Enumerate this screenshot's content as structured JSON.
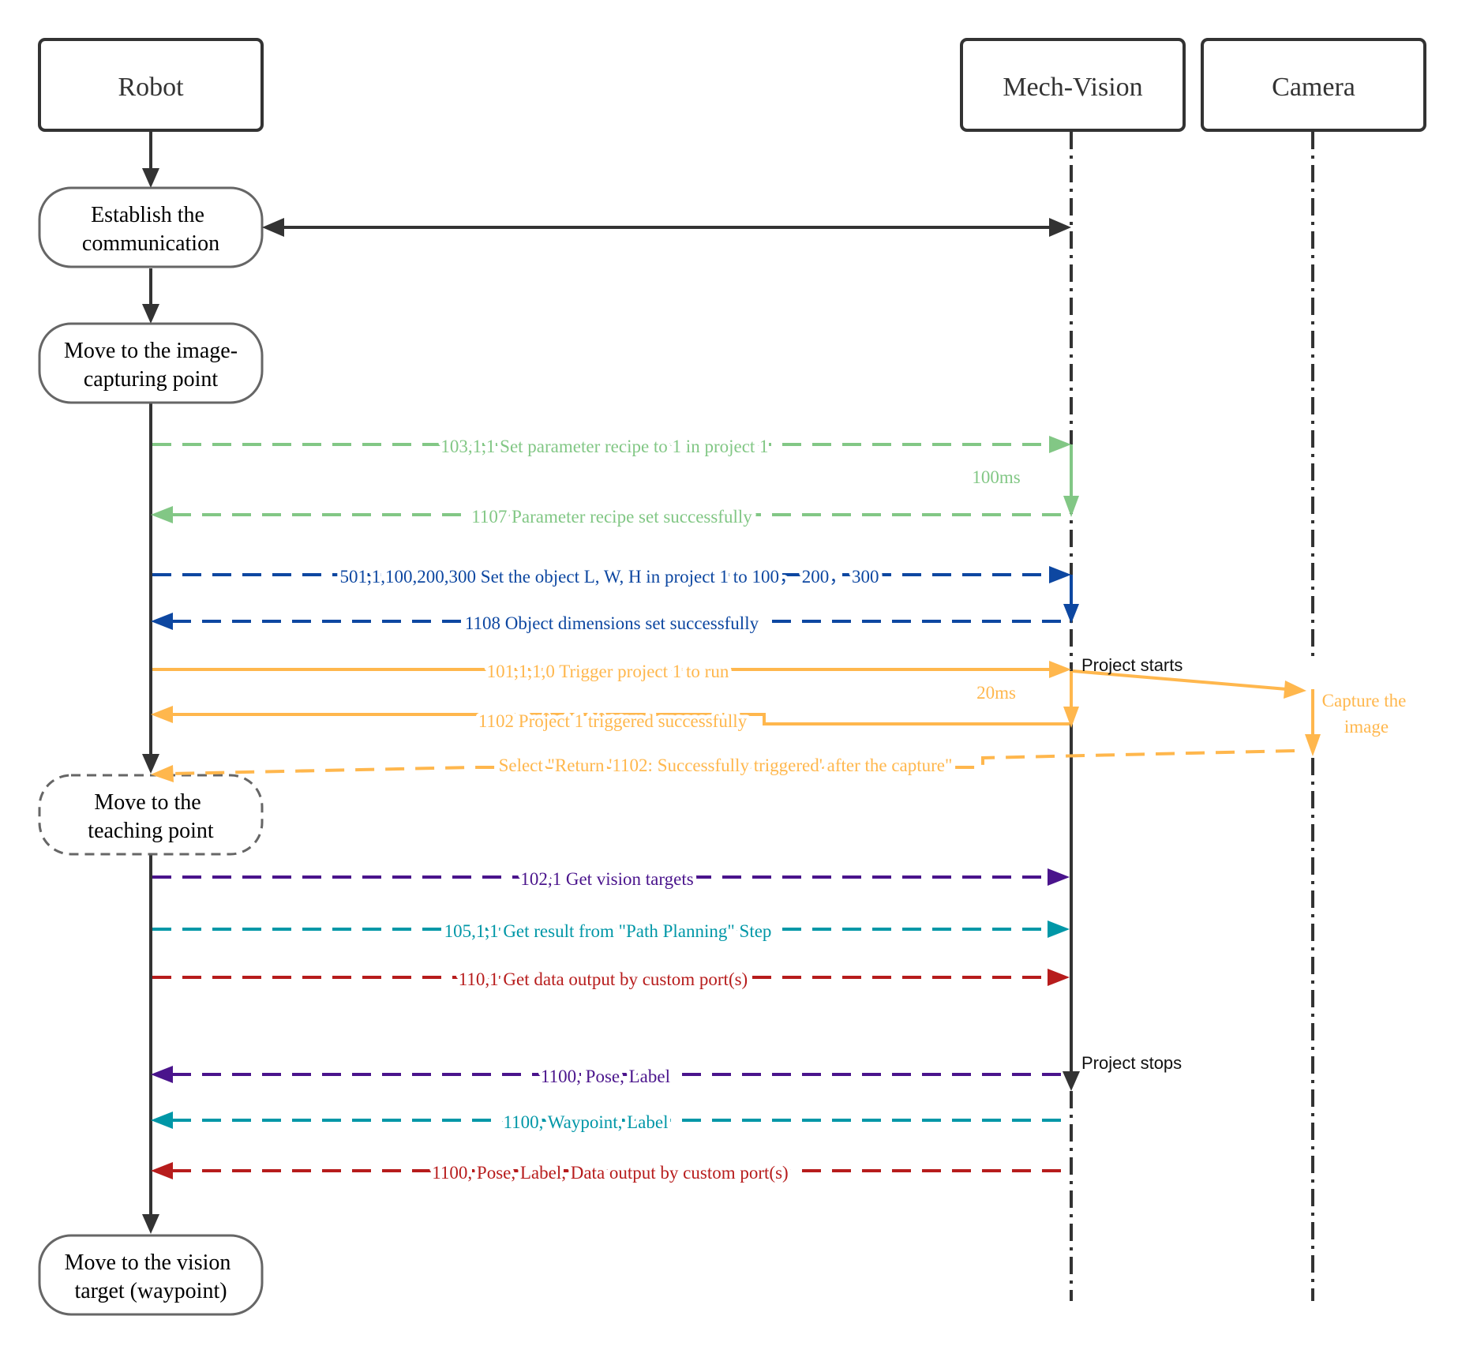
{
  "colors": {
    "ink": "#333333",
    "green": "#82c785",
    "blue": "#0d47a1",
    "orange": "#ffb74d",
    "purple": "#4a148c",
    "teal": "#0097a7",
    "red": "#b71c1c"
  },
  "participants": {
    "robot": "Robot",
    "vision": "Mech-Vision",
    "camera": "Camera"
  },
  "steps": {
    "establish": [
      "Establish the",
      "communication"
    ],
    "capture_point": [
      "Move to the image-",
      "capturing point"
    ],
    "teaching": [
      "Move to the",
      "teaching point"
    ],
    "target": [
      "Move to the vision",
      "target (waypoint)"
    ]
  },
  "messages": {
    "set_recipe": "103,1,1 Set parameter recipe to 1 in project 1",
    "delay_100": "100ms",
    "recipe_ok": "1107 Parameter recipe set successfully",
    "set_dims": "501,1,100,200,300 Set the object L, W, H in project 1 to 100，  200，  300",
    "dims_ok": "1108 Object dimensions set successfully",
    "trigger": "101,1,1,0 Trigger project 1 to run",
    "project_starts": "Project starts",
    "delay_20": "20ms",
    "capture_image": [
      "Capture the",
      "image"
    ],
    "triggered_ok": "1102 Project 1 triggered successfully",
    "after_capture": "Select \"Return '1102: Successfully triggered' after the capture\"",
    "get_targets": "102,1 Get vision targets",
    "get_path": "105,1,1 Get result from \"Path Planning\" Step",
    "get_custom": "110,1 Get data output by custom port(s)",
    "project_stops": "Project stops",
    "ret_pose": "1100, Pose, Label",
    "ret_waypoint": "1100, Waypoint, Label",
    "ret_custom": "1100, Pose, Label, Data output by custom port(s)"
  }
}
